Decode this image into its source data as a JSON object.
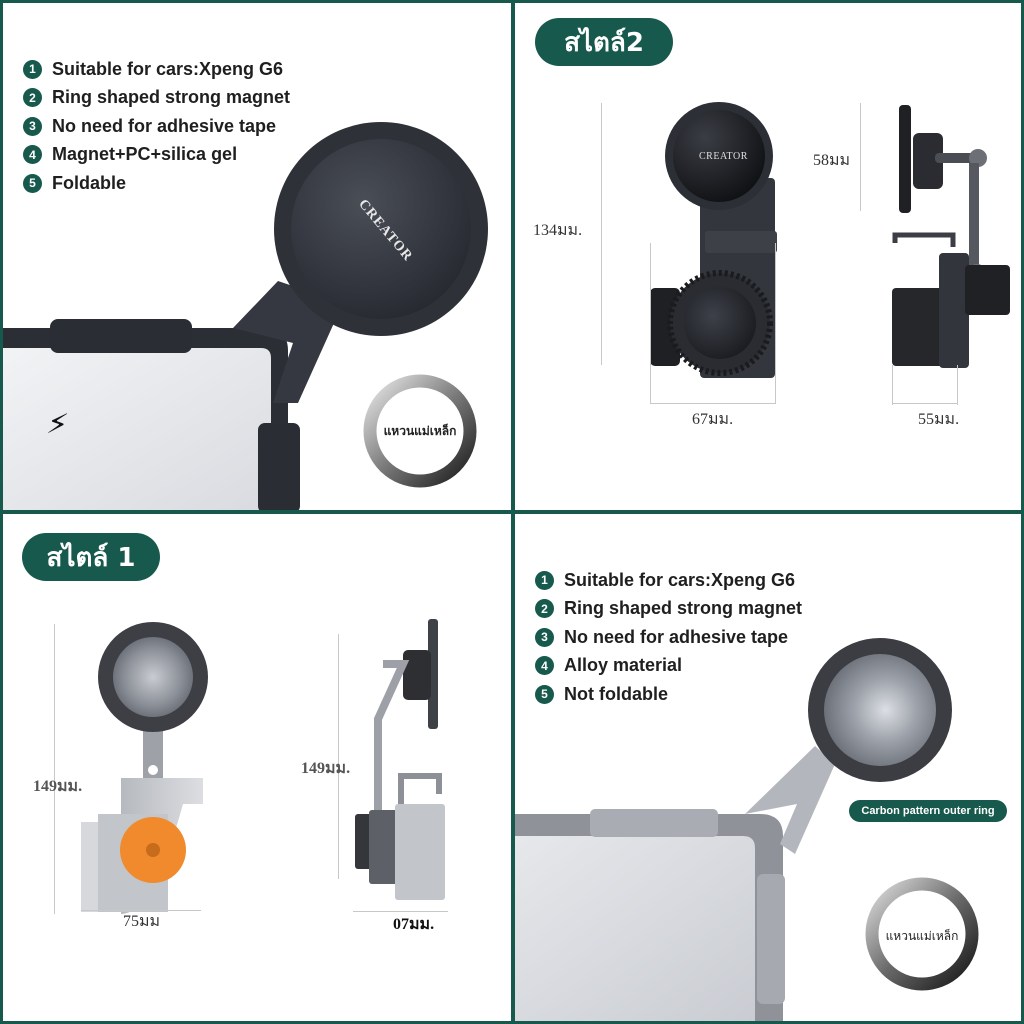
{
  "style2_badge": "สไตล์2",
  "style1_badge": "สไตล์ 1",
  "top_left": {
    "features": [
      {
        "num": "1",
        "text": "Suitable for cars:Xpeng G6"
      },
      {
        "num": "2",
        "text": "Ring shaped strong magnet"
      },
      {
        "num": "3",
        "text": "No need for adhesive tape"
      },
      {
        "num": "4",
        "text": "Magnet+PC+silica gel"
      },
      {
        "num": "5",
        "text": "Foldable"
      }
    ],
    "brand": "CREATOR",
    "ring_label": "แหวนแม่เหล็ก",
    "icon": "lightning-icon"
  },
  "top_right": {
    "brand": "CREATOR",
    "height_front": "134มม.",
    "height_side": "58มม",
    "width_front": "67มม.",
    "width_side": "55มม."
  },
  "bottom_left": {
    "height_front": "149มม.",
    "height_side": "149มม.",
    "width_front": "75มม",
    "width_side": "07มม."
  },
  "bottom_right": {
    "features": [
      {
        "num": "1",
        "text": "Suitable for cars:Xpeng G6"
      },
      {
        "num": "2",
        "text": "Ring shaped strong magnet"
      },
      {
        "num": "3",
        "text": "No need for adhesive tape"
      },
      {
        "num": "4",
        "text": "Alloy material"
      },
      {
        "num": "5",
        "text": "Not foldable"
      }
    ],
    "carbon_label": "Carbon pattern outer ring",
    "ring_label": "แหวนแม่เหล็ก"
  },
  "colors": {
    "accent": "#17594c",
    "dark_mount": "#2e3138",
    "orange_pad": "#f08a2c",
    "silver": "#b9bcc2"
  }
}
